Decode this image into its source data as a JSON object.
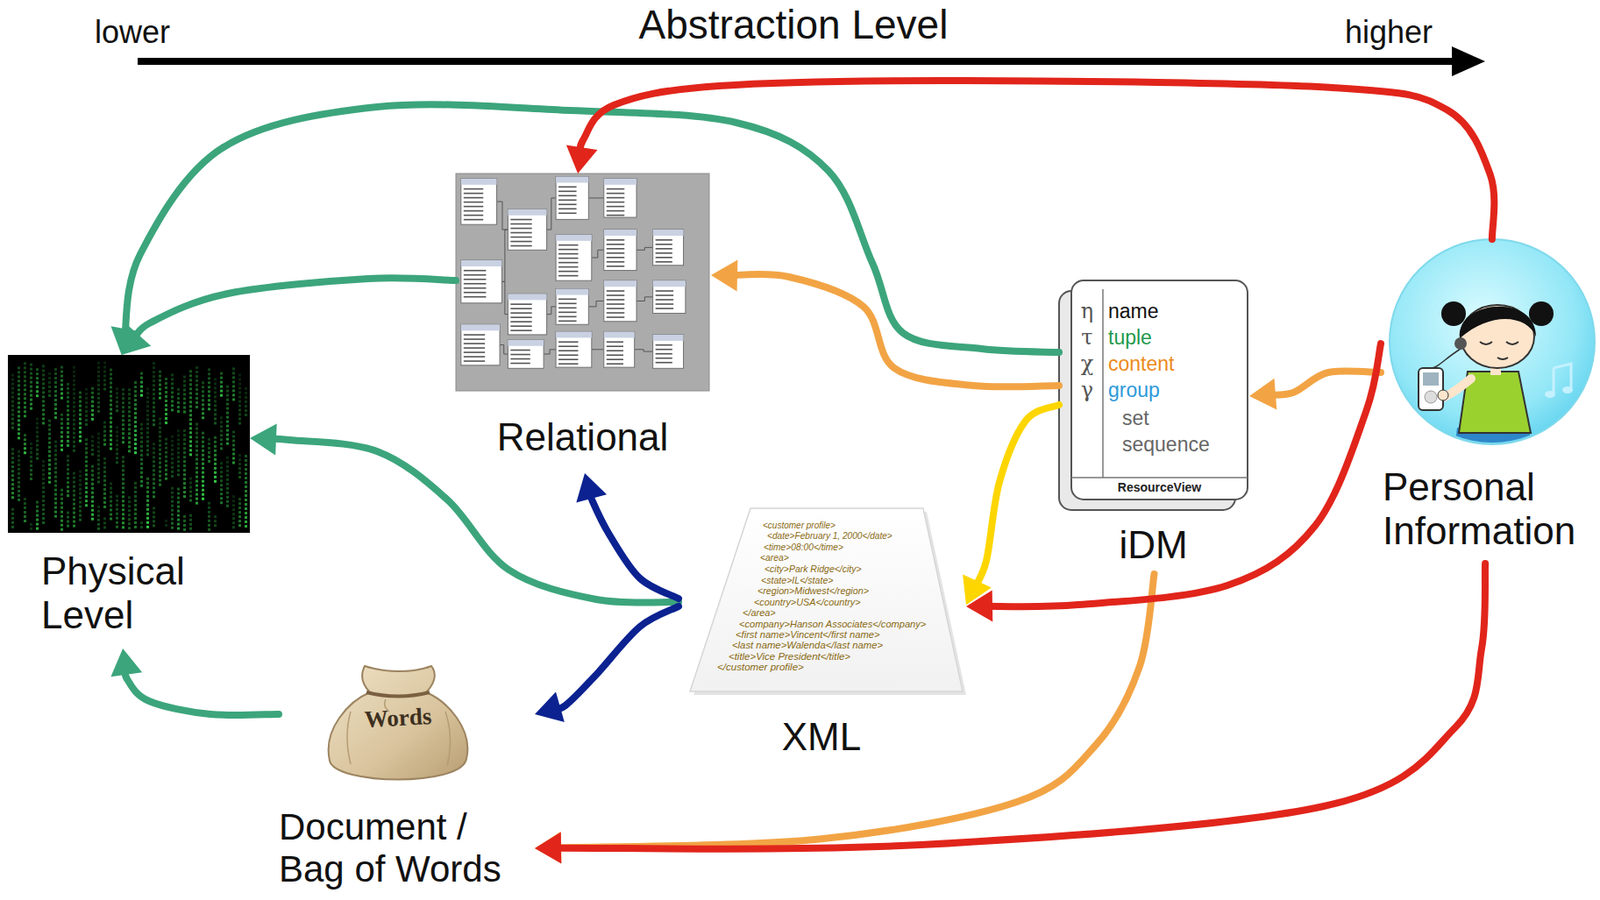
{
  "diagram": {
    "nodes": [
      {
        "text": [
          "Physical Level"
        ]
      },
      {
        "text": [
          "Relational"
        ]
      },
      {
        "text": [
          "Words",
          "Document / Bag of Words"
        ]
      },
      {
        "text": [
          "<customer profile>",
          "<date>February 1, 2000</date>",
          "<time>08:00</time>",
          "<area>",
          "<city>Park Ridge</city>",
          "<state>IL</state>",
          "<region>Midwest</region>",
          "<country>USA</country>",
          "</area>",
          "<company>Hanson Associates</company>",
          "<first name>Vincent</first name>",
          "<last name>Walenda</last name>",
          "<title>Vice President</title>",
          "</customer profile>",
          "XML"
        ]
      },
      {
        "text": [
          "η",
          "name",
          "τ",
          "tuple",
          "χ",
          "content",
          "γ",
          "group",
          "set",
          "sequence",
          "ResourceView",
          "iDM"
        ]
      },
      {
        "text": [
          "Personal Information"
        ]
      }
    ],
    "edges": [
      {
        "from": 4,
        "to": 0,
        "arrow": "to"
      },
      {
        "from": 1,
        "to": 0,
        "arrow": "to"
      },
      {
        "from": 3,
        "to": 0,
        "arrow": "to"
      },
      {
        "from": 2,
        "to": 0,
        "arrow": "to"
      },
      {
        "from": 5,
        "to": 1,
        "arrow": "to"
      },
      {
        "from": 5,
        "to": 3,
        "arrow": "to"
      },
      {
        "from": 5,
        "to": 2,
        "arrow": "to"
      },
      {
        "from": 4,
        "to": 1,
        "arrow": "to"
      },
      {
        "from": 5,
        "to": 4,
        "arrow": "to"
      },
      {
        "from": 4,
        "to": 2,
        "arrow": "to"
      },
      {
        "from": 4,
        "to": 3,
        "arrow": "to"
      },
      {
        "from": 3,
        "to": 1,
        "arrow": "to"
      },
      {
        "from": 3,
        "to": 2,
        "arrow": "to"
      }
    ],
    "labels": [
      "lower",
      "Abstraction Level",
      "higher"
    ]
  }
}
